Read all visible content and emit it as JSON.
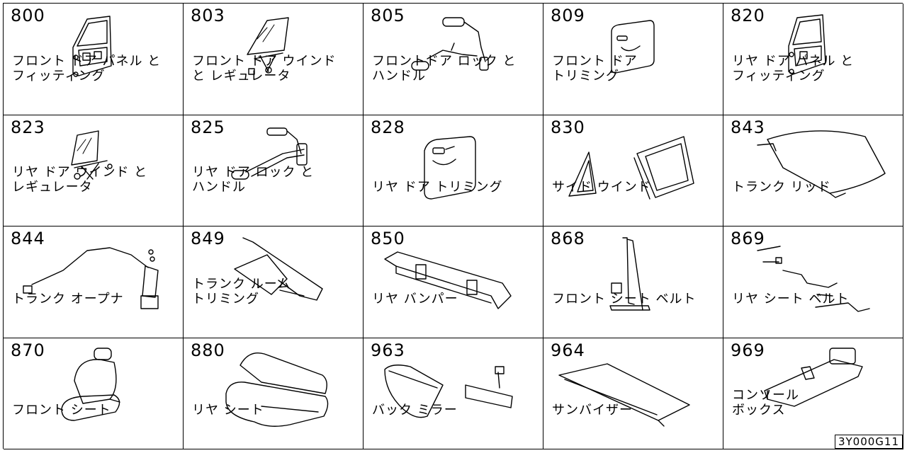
{
  "catalog": {
    "reference_code": "3Y000G11",
    "cells": [
      {
        "code": "800",
        "label": [
          "フロント ドア パネル と",
          "フィッティング"
        ],
        "icon": "front-door-panel-icon"
      },
      {
        "code": "803",
        "label": [
          "フロント ドア ウインド",
          "と レギュレータ"
        ],
        "icon": "front-door-window-regulator-icon"
      },
      {
        "code": "805",
        "label": [
          "フロントドア ロック と",
          "ハンドル"
        ],
        "icon": "front-door-lock-handle-icon"
      },
      {
        "code": "809",
        "label": [
          "フロント ドア",
          "トリミング"
        ],
        "icon": "front-door-trim-icon"
      },
      {
        "code": "820",
        "label": [
          "リヤ ドア パネル と",
          "フィッティング"
        ],
        "icon": "rear-door-panel-icon"
      },
      {
        "code": "823",
        "label": [
          "リヤ ドア ウインド と",
          "レギュレータ"
        ],
        "icon": "rear-door-window-regulator-icon"
      },
      {
        "code": "825",
        "label": [
          "リヤ ドア ロック と",
          "ハンドル"
        ],
        "icon": "rear-door-lock-handle-icon"
      },
      {
        "code": "828",
        "label": [
          "リヤ ドア トリミング"
        ],
        "icon": "rear-door-trim-icon"
      },
      {
        "code": "830",
        "label": [
          "サイド ウインド"
        ],
        "icon": "side-window-icon"
      },
      {
        "code": "843",
        "label": [
          "トランク リッド"
        ],
        "icon": "trunk-lid-icon"
      },
      {
        "code": "844",
        "label": [
          "トランク オープナ"
        ],
        "icon": "trunk-opener-icon"
      },
      {
        "code": "849",
        "label": [
          "トランク ルーム",
          "トリミング"
        ],
        "icon": "trunk-room-trim-icon"
      },
      {
        "code": "850",
        "label": [
          "リヤ バンパー"
        ],
        "icon": "rear-bumper-icon"
      },
      {
        "code": "868",
        "label": [
          "フロント シート ベルト"
        ],
        "icon": "front-seat-belt-icon"
      },
      {
        "code": "869",
        "label": [
          "リヤ シート ベルト"
        ],
        "icon": "rear-seat-belt-icon"
      },
      {
        "code": "870",
        "label": [
          "フロント シート"
        ],
        "icon": "front-seat-icon"
      },
      {
        "code": "880",
        "label": [
          "リヤ シート"
        ],
        "icon": "rear-seat-icon"
      },
      {
        "code": "963",
        "label": [
          "バック ミラー"
        ],
        "icon": "rear-view-mirror-icon"
      },
      {
        "code": "964",
        "label": [
          "サンバイザー"
        ],
        "icon": "sun-visor-icon"
      },
      {
        "code": "969",
        "label": [
          "コンソール",
          "ボックス"
        ],
        "icon": "console-box-icon"
      }
    ]
  }
}
